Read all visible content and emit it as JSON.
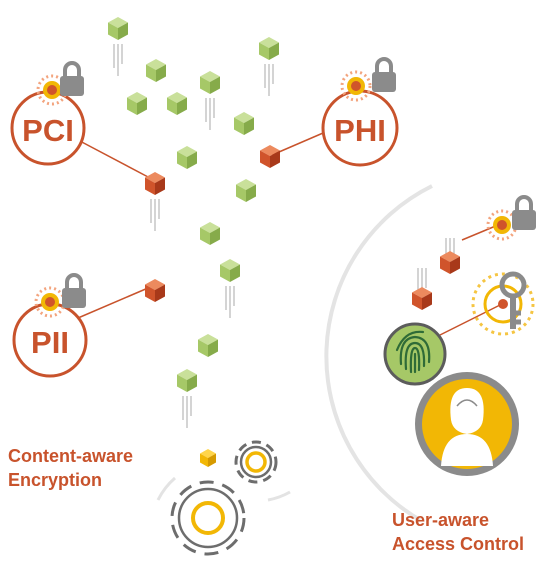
{
  "diagram": {
    "regulated_data_labels": [
      "PCI",
      "PHI",
      "PII"
    ],
    "captions": {
      "content_aware": [
        "Content-aware",
        "Encryption"
      ],
      "user_aware": [
        "User-aware",
        "Access Control"
      ]
    },
    "colors": {
      "accent": "#c8532c",
      "cube_green": "#a6c867",
      "cube_orange": "#d0542b",
      "gold": "#f2b705",
      "lock_gray": "#8b8b8b",
      "fingerprint_green": "#2f6b37"
    },
    "icons": [
      "lock-icon",
      "key-icon",
      "fingerprint-icon",
      "user-avatar-icon",
      "gear-icon",
      "data-cube-icon"
    ]
  }
}
